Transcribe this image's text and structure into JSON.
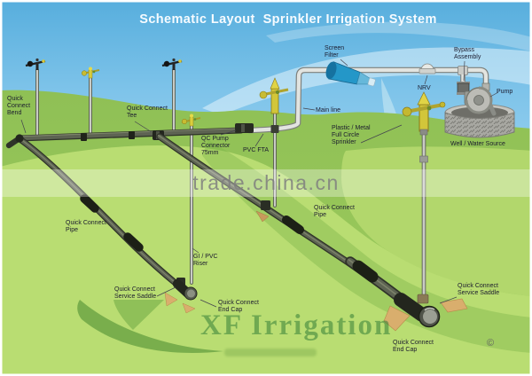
{
  "title": "Schematic Layout  Sprinkler Irrigation System",
  "watermarks": {
    "band_text": "trade.china.cn",
    "brand_text": "XF Irrigation",
    "copyright": "©"
  },
  "labels": {
    "quick_connect_bend": "Quick\nConnect\nBend",
    "quick_connect_tee": "Quick Connect\nTee",
    "screen_filter": "Screen\nFilter",
    "bypass_assembly": "Bypass\nAssembly",
    "nrv": "NRV",
    "pump": "Pump",
    "main_line": "Main line",
    "qc_pump_connector": "QC Pump\nConnector\n75mm",
    "pvc_fta": "PVC FTA",
    "full_circle_sprinkler": "Plastic / Metal\nFull Circle\nSprinkler",
    "well_water_source": "Well / Water Source",
    "quick_connect_pipe_left": "Quick Connect\nPipe",
    "quick_connect_pipe_right": "Quick Connect\nPipe",
    "gi_pvc_riser": "GI / PVC\nRiser",
    "service_saddle_left": "Quick Connect\nService Saddle",
    "end_cap_mid": "Quick Connect\nEnd Cap",
    "service_saddle_right": "Quick Connect\nService Saddle",
    "end_cap_right": "Quick Connect\nEnd Cap"
  },
  "colors": {
    "sky_top": "#57aedd",
    "sky_bottom": "#c8e9f7",
    "hill_green": "#8fc055",
    "grass_light": "#b9dd72",
    "pipe_dark": "#2f3329",
    "pipe_light": "#e2e4e0",
    "sprinkler_yellow": "#d9cd3d",
    "filter_blue": "#2497c8",
    "label_text": "#1b1b2e",
    "watermark_gray": "#7f7f7f",
    "watermark_green": "#347e36"
  }
}
